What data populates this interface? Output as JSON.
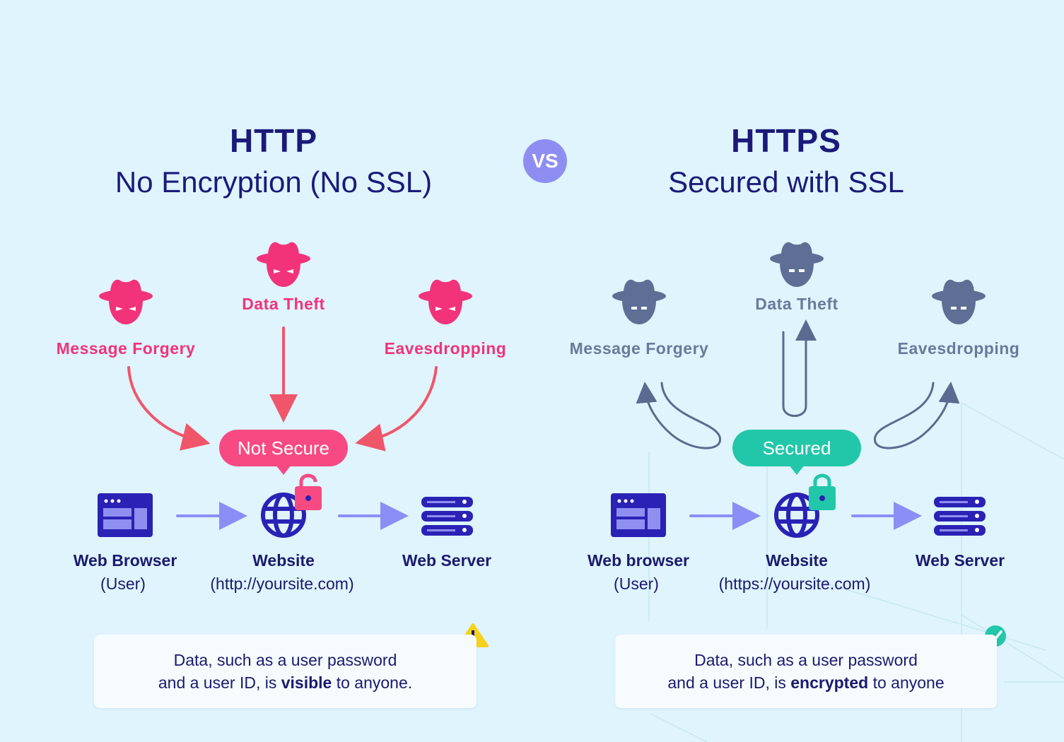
{
  "vs_label": "VS",
  "colors": {
    "background": "#dff4fc",
    "threat_red": "#f2337a",
    "threat_gray": "#6a7a9c",
    "navy": "#1b1a6e",
    "secured_green": "#22c7a9",
    "not_secure_pink": "#f74a82",
    "arrow_purple": "#8b8ef5",
    "vs_purple": "#8e8ef2"
  },
  "http": {
    "title": "HTTP",
    "subtitle": "No Encryption (No SSL)",
    "threats": [
      "Message Forgery",
      "Data Theft",
      "Eavesdropping"
    ],
    "threat_icon": "spy-hat-icon",
    "status": "Not Secure",
    "status_icon": "lock-open-icon",
    "nodes": [
      {
        "label": "Web Browser",
        "sub": "(User)",
        "icon": "browser-window-icon"
      },
      {
        "label": "Website",
        "sub": "(http://yoursite.com)",
        "icon": "globe-icon"
      },
      {
        "label": "Web Server",
        "sub": "",
        "icon": "server-stack-icon"
      }
    ],
    "note_line1": "Data, such as a user password",
    "note_line2_pre": "and a user ID, is ",
    "note_line2_bold": "visible",
    "note_line2_post": " to anyone.",
    "note_icon": "warning-icon"
  },
  "https": {
    "title": "HTTPS",
    "subtitle": "Secured with SSL",
    "threats": [
      "Message Forgery",
      "Data Theft",
      "Eavesdropping"
    ],
    "threat_icon": "spy-hat-icon",
    "status": "Secured",
    "status_icon": "lock-closed-icon",
    "nodes": [
      {
        "label": "Web browser",
        "sub": "(User)",
        "icon": "browser-window-icon"
      },
      {
        "label": "Website",
        "sub": "(https://yoursite.com)",
        "icon": "globe-icon"
      },
      {
        "label": "Web Server",
        "sub": "",
        "icon": "server-stack-icon"
      }
    ],
    "note_line1": "Data, such as a user password",
    "note_line2_pre": "and a user ID, is ",
    "note_line2_bold": "encrypted",
    "note_line2_post": " to anyone",
    "note_icon": "check-circle-icon"
  }
}
